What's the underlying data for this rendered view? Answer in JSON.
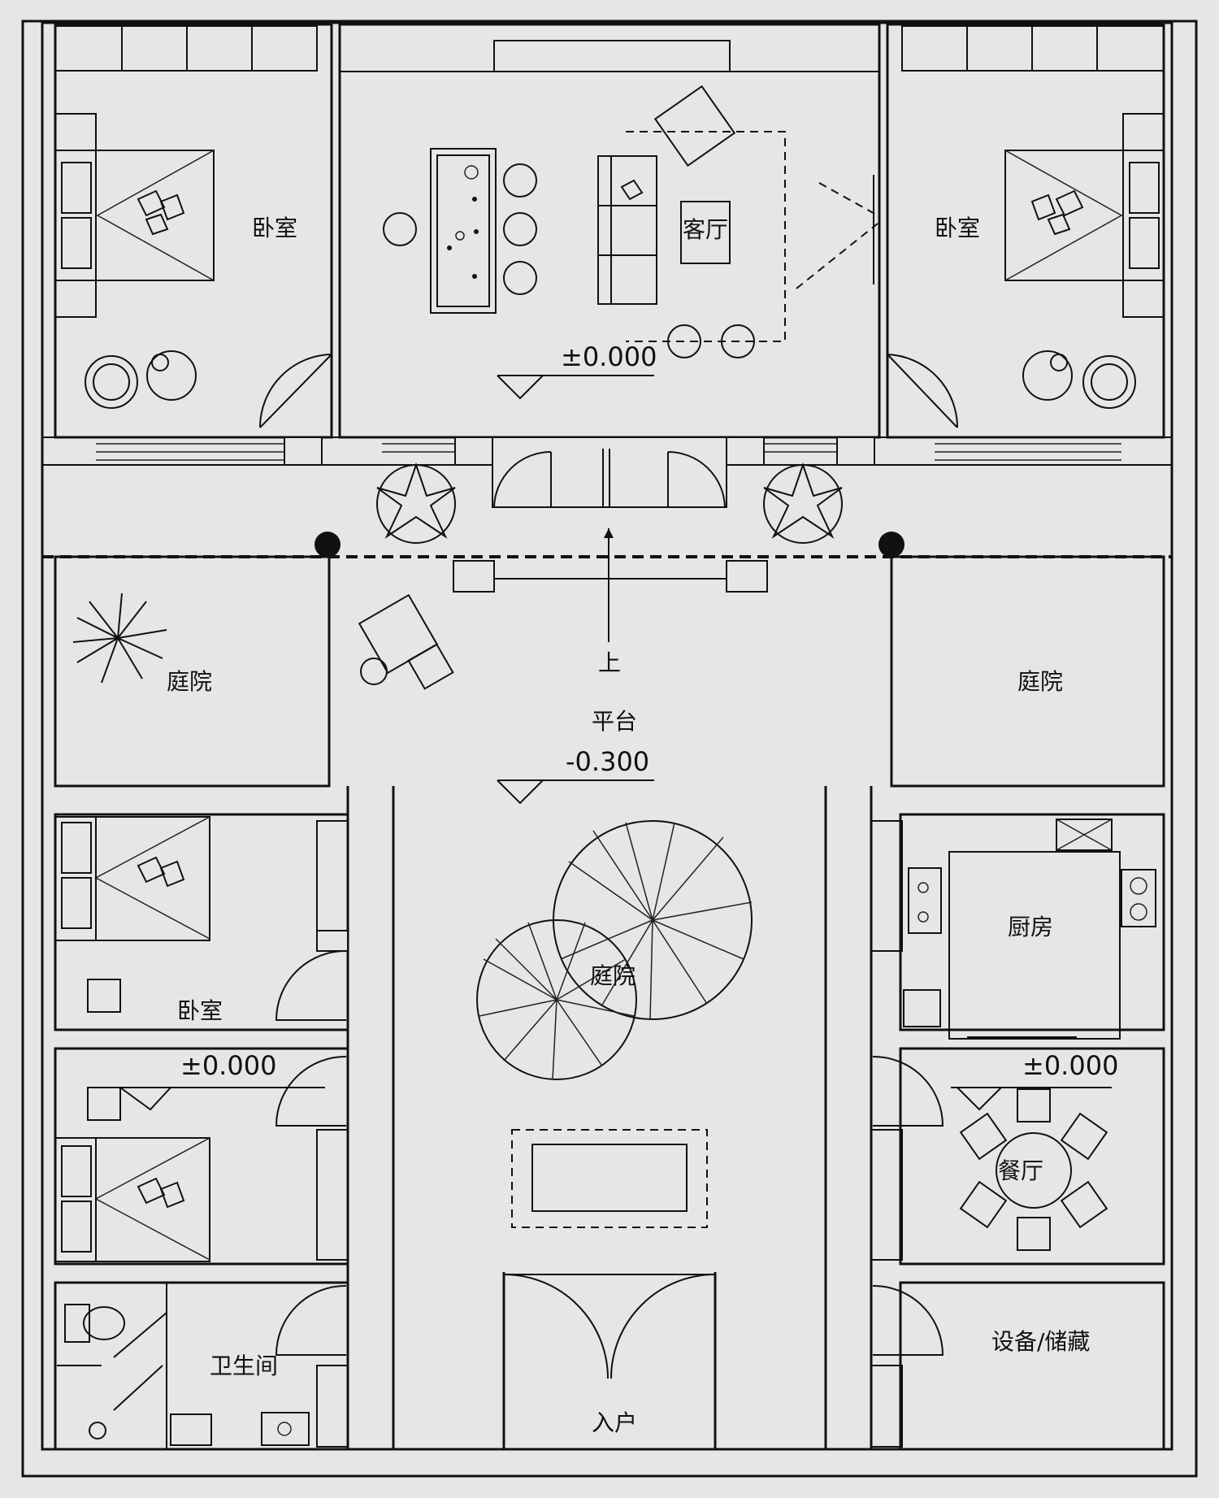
{
  "rooms": {
    "bedroom_top_left": "卧室",
    "living_room": "客厅",
    "bedroom_top_right": "卧室",
    "courtyard_left": "庭院",
    "courtyard_right": "庭院",
    "platform": "平台",
    "up_arrow": "上",
    "courtyard_center": "庭院",
    "kitchen": "厨房",
    "bedroom_mid_left": "卧室",
    "dining_room": "餐厅",
    "bathroom": "卫生间",
    "equipment_storage": "设备/储藏",
    "entrance": "入户"
  },
  "levels": {
    "living_room": "±0.000",
    "platform": "-0.300",
    "bedroom_lower_left": "±0.000",
    "dining_room": "±0.000"
  }
}
